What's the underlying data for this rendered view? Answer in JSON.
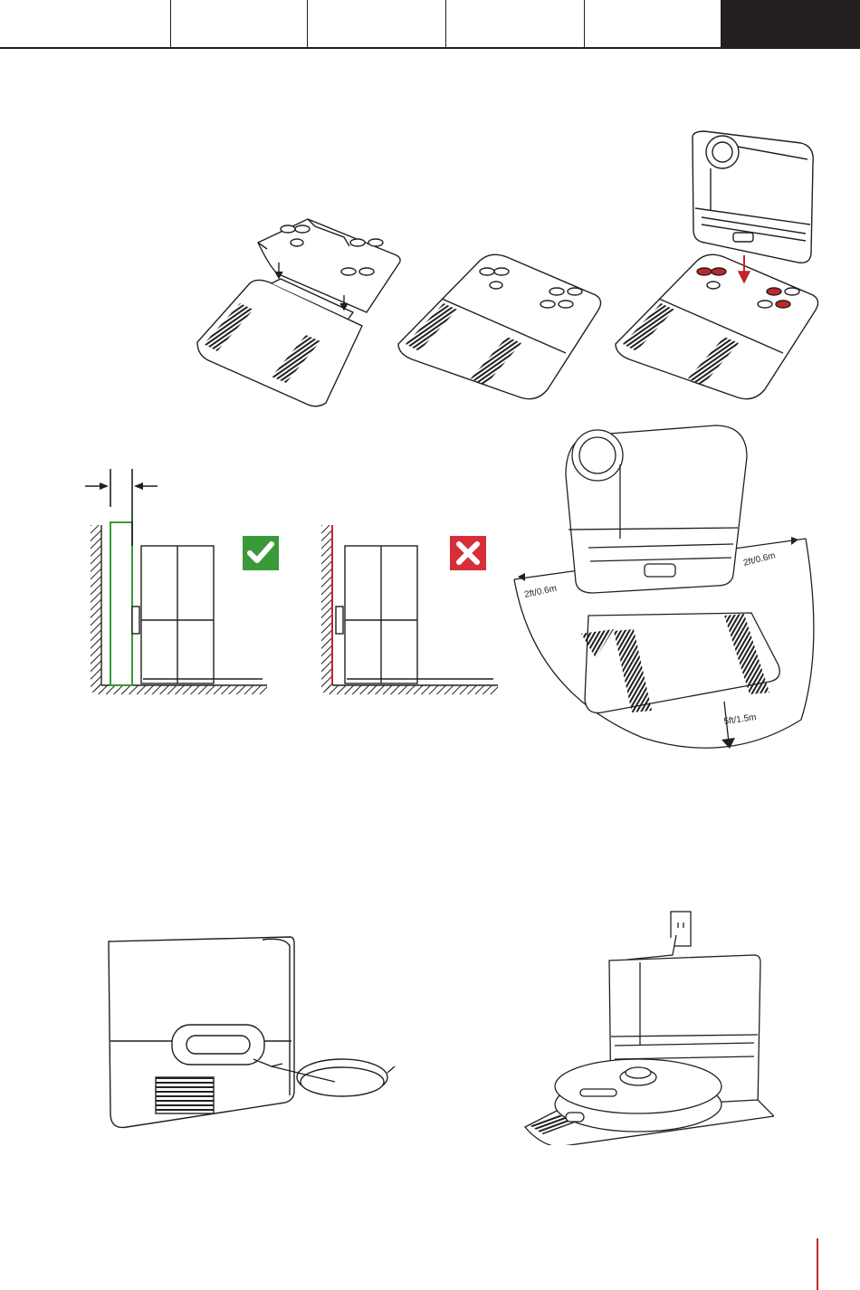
{
  "header": {
    "tabs": [
      {
        "label": "",
        "active": false
      },
      {
        "label": "",
        "active": false
      },
      {
        "label": "",
        "active": false
      },
      {
        "label": "",
        "active": false
      },
      {
        "label": "",
        "active": false
      },
      {
        "label": "",
        "active": true
      }
    ]
  },
  "clearance": {
    "side_left": "2ft/0.6m",
    "side_right": "2ft/0.6m",
    "front": "5ft/1.5m"
  },
  "status_icons": {
    "correct": "check-icon",
    "incorrect": "cross-icon",
    "correct_color": "#3a9a3a",
    "incorrect_color": "#d62f3a"
  },
  "colors": {
    "ink": "#231f20",
    "accent": "#c0262d"
  }
}
